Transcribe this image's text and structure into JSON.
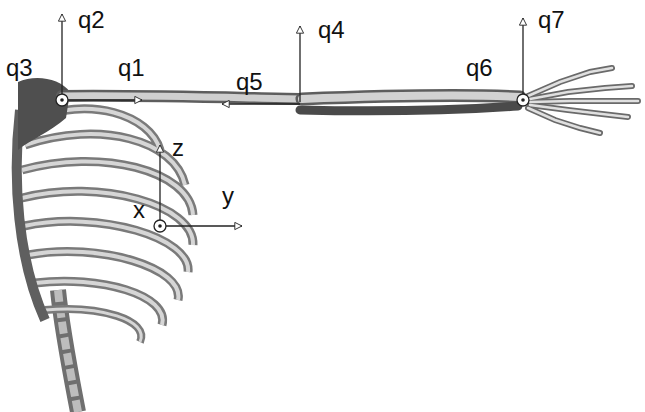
{
  "diagram": {
    "labels": [
      "q2",
      "q3",
      "q1",
      "q4",
      "q5",
      "q7",
      "q6",
      "z",
      "y",
      "x"
    ]
  }
}
